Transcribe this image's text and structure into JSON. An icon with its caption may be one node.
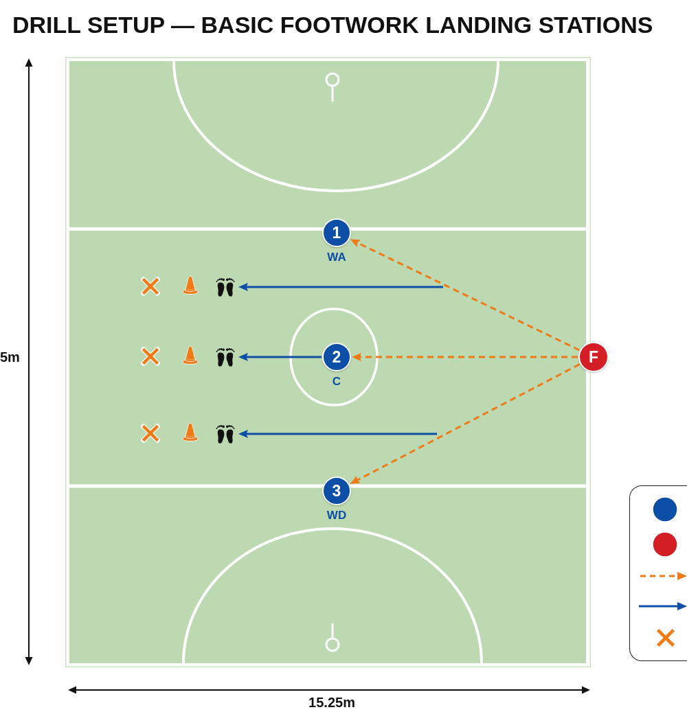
{
  "diagram": {
    "title": "DRILL SETUP — BASIC FOOTWORK LANDING STATIONS",
    "nodes": [
      {
        "text": [
          "1"
        ],
        "beside": [
          "WA"
        ]
      },
      {
        "text": [
          "2"
        ],
        "beside": [
          "C"
        ]
      },
      {
        "text": [
          "3"
        ],
        "beside": [
          "WD"
        ]
      },
      {
        "text": [
          "F"
        ]
      },
      {
        "text": [],
        "shape": "picture"
      },
      {
        "text": [],
        "shape": "picture"
      },
      {
        "text": [],
        "shape": "picture"
      }
    ],
    "edges": [
      {
        "from": 3,
        "to": 0,
        "arrow": "to",
        "style": "dashed"
      },
      {
        "from": 3,
        "to": 1,
        "arrow": "to",
        "style": "dashed"
      },
      {
        "from": 3,
        "to": 2,
        "arrow": "to",
        "style": "dashed"
      },
      {
        "from": null,
        "to": 4,
        "arrow": "to",
        "color": "#0d4ea6"
      },
      {
        "from": 1,
        "to": 5,
        "arrow": "to",
        "color": "#0d4ea6"
      },
      {
        "from": null,
        "to": 6,
        "arrow": "to",
        "color": "#0d4ea6"
      }
    ],
    "labels": [
      "5m",
      "15.25m"
    ]
  }
}
